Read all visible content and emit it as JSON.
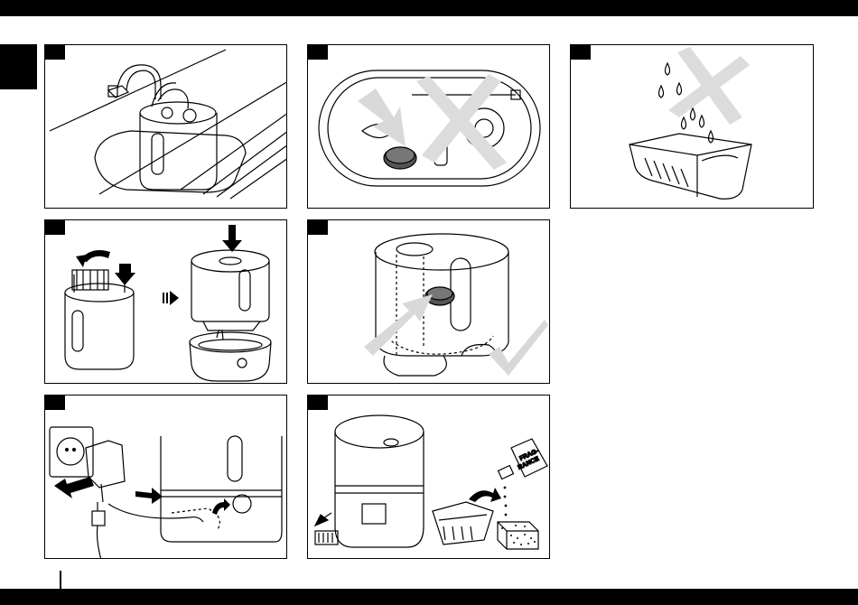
{
  "panels": [
    {
      "id": "fill-tank-at-sink"
    },
    {
      "id": "no-cartridge-in-base"
    },
    {
      "id": "no-water-on-tray"
    },
    {
      "id": "insert-cartridge-assemble"
    },
    {
      "id": "insert-cartridge-tank-ok"
    },
    {
      "id": "plug-in-switch-on"
    },
    {
      "id": "fragrance-pad"
    }
  ],
  "fragrance_bottle": {
    "line1": "FRAG-",
    "line2": "RANCE"
  },
  "colors": {
    "bar": "#000000",
    "arrow_fill": "#d9d9d9",
    "cross_fill": "#dcdcdc",
    "check_fill": "#d8d8d8"
  }
}
